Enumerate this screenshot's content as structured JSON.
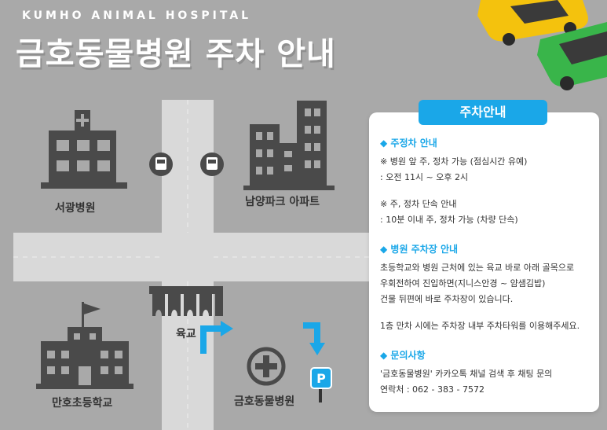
{
  "header": {
    "brand": "KUMHO ANIMAL HOSPITAL",
    "title": "금호동물병원 주차 안내"
  },
  "map": {
    "labels": {
      "seogwang": "서광병원",
      "namyang": "남양파크 아파트",
      "manho": "만호초등학교",
      "overpass": "육교",
      "hospital": "금호동물병원"
    },
    "colors": {
      "road": "#d9d9d9",
      "building": "#4a4a4a",
      "arrow": "#1aa7e8"
    },
    "icons": [
      "hospital-building-icon",
      "apartment-building-icon",
      "school-building-icon",
      "bus-icon",
      "overpass-icon",
      "plus-circle-icon",
      "parking-sign-icon",
      "car-icon"
    ]
  },
  "info": {
    "title": "주차안내",
    "sections": [
      {
        "heading": "◆ 주정차 안내",
        "lines": [
          "※ 병원 앞 주, 정차 가능 (점심시간 유예)",
          ": 오전 11시 ~ 오후 2시"
        ],
        "lines2": [
          "※ 주, 정차 단속 안내",
          ": 10분 이내 주, 정차 가능 (차량 단속)"
        ]
      },
      {
        "heading": "◆ 병원 주차장 안내",
        "lines": [
          "초등학교와 병원 근처에 있는 육교 바로 아래 골목으로",
          "우회전하여 진입하면(지니스안경 ~ 얌샘김밥)",
          "건물 뒤편에 바로 주차장이 있습니다."
        ],
        "lines2": [
          "1층 만차 시에는 주차장 내부 주차타워를 이용해주세요."
        ]
      },
      {
        "heading": "◆ 문의사항",
        "lines": [
          "'금호동물병원' 카카오톡 채널 검색 후 채팅 문의",
          "연락처 : 062 - 383 - 7572"
        ]
      }
    ]
  }
}
